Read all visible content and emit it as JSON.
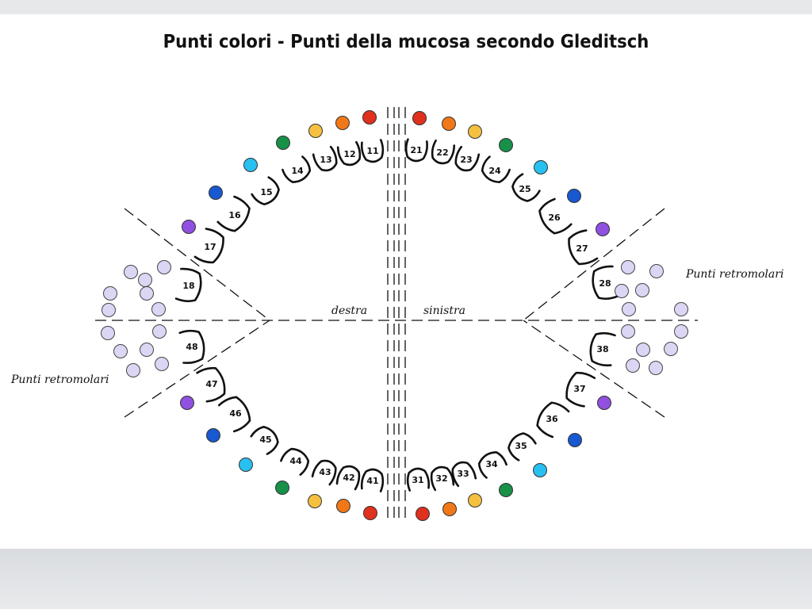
{
  "title": "Punti colori - Punti della mucosa secondo Gleditsch",
  "labels": {
    "destra": "destra",
    "sinistra": "sinistra",
    "retromolari_right": "Punti retromolari",
    "retromolari_left": "Punti retromolari"
  },
  "colors": {
    "red": "#e0301e",
    "orange": "#f07818",
    "yellow": "#f5c040",
    "green": "#189048",
    "cyan": "#28c0f0",
    "blue": "#1858d0",
    "violet": "#9050e0",
    "lavender": "#dcd6f4"
  },
  "teeth": {
    "upper_right": [
      "11",
      "12",
      "13",
      "14",
      "15",
      "16",
      "17",
      "18"
    ],
    "upper_left": [
      "21",
      "22",
      "23",
      "24",
      "25",
      "26",
      "27",
      "28"
    ],
    "lower_right": [
      "41",
      "42",
      "43",
      "44",
      "45",
      "46",
      "47",
      "48"
    ],
    "lower_left": [
      "31",
      "32",
      "33",
      "34",
      "35",
      "36",
      "37",
      "38"
    ]
  },
  "point_colors_by_tooth": [
    "red",
    "orange",
    "yellow",
    "green",
    "cyan",
    "blue",
    "violet"
  ]
}
